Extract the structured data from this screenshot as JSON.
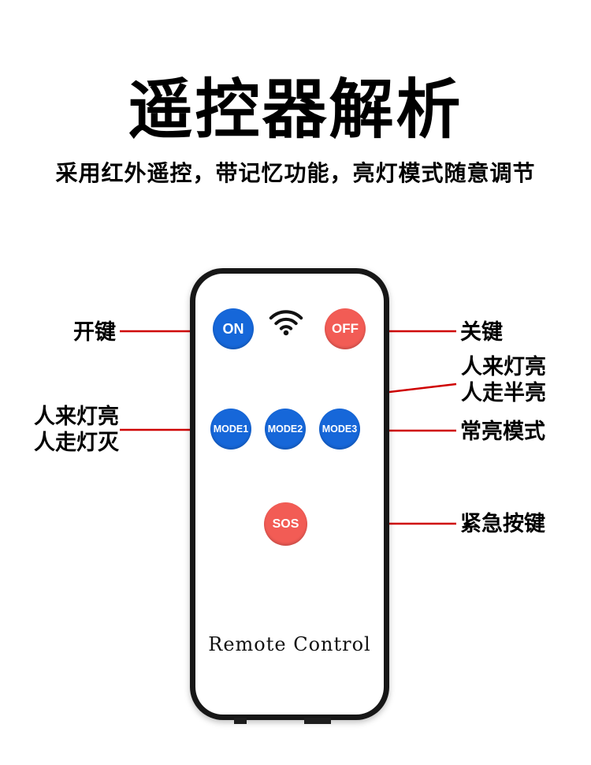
{
  "header": {
    "title": "遥控器解析",
    "subtitle": "采用红外遥控，带记忆功能，亮灯模式随意调节"
  },
  "remote": {
    "brand_label": "Remote Control",
    "buttons": {
      "on": {
        "label": "ON"
      },
      "off": {
        "label": "OFF"
      },
      "mode1": {
        "label": "MODE1"
      },
      "mode2": {
        "label": "MODE2"
      },
      "mode3": {
        "label": "MODE3"
      },
      "sos": {
        "label": "SOS"
      }
    },
    "colors": {
      "button_blue": "#1667d9",
      "button_red": "#f25c55",
      "frame": "#171717",
      "body": "#ffffff"
    },
    "icons": {
      "wifi": "wifi-signal-icon"
    }
  },
  "annotations": {
    "line_color": "#cf0000",
    "on": {
      "label": "开键"
    },
    "off": {
      "label": "关键"
    },
    "mode2": {
      "line1": "人来灯亮",
      "line2": "人走半亮"
    },
    "mode1": {
      "line1": "人来灯亮",
      "line2": "人走灯灭"
    },
    "mode3": {
      "label": "常亮模式"
    },
    "sos": {
      "label": "紧急按键"
    }
  }
}
